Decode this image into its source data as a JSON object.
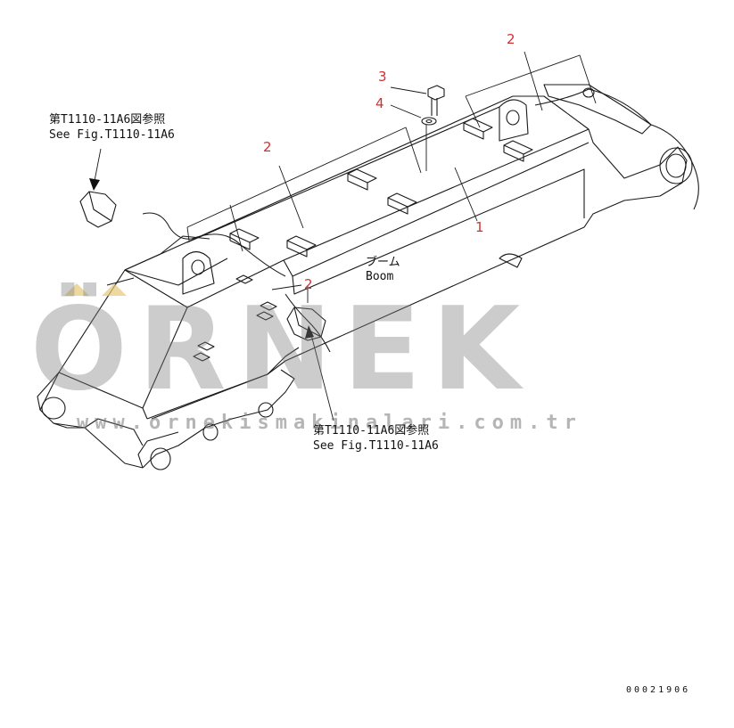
{
  "callouts": {
    "part_1": "1",
    "part_2_top": "2",
    "part_2_mid": "2",
    "part_2_lower": "2",
    "part_3": "3",
    "part_4": "4"
  },
  "references": {
    "upper_left": {
      "jp": "第T1110-11A6図参照",
      "en": "See Fig.T1110-11A6"
    },
    "lower_center": {
      "jp": "第T1110-11A6図参照",
      "en": "See Fig.T1110-11A6"
    }
  },
  "boom_label": {
    "jp": "ブーム",
    "en": "Boom"
  },
  "watermark": {
    "brand": "ÖRNEK",
    "url": "www.ornekismakinalari.com.tr"
  },
  "drawing_code": "00021906",
  "colors": {
    "line": "#1a1a1a",
    "callout": "#d13030",
    "watermark": "#8a8a8a"
  }
}
